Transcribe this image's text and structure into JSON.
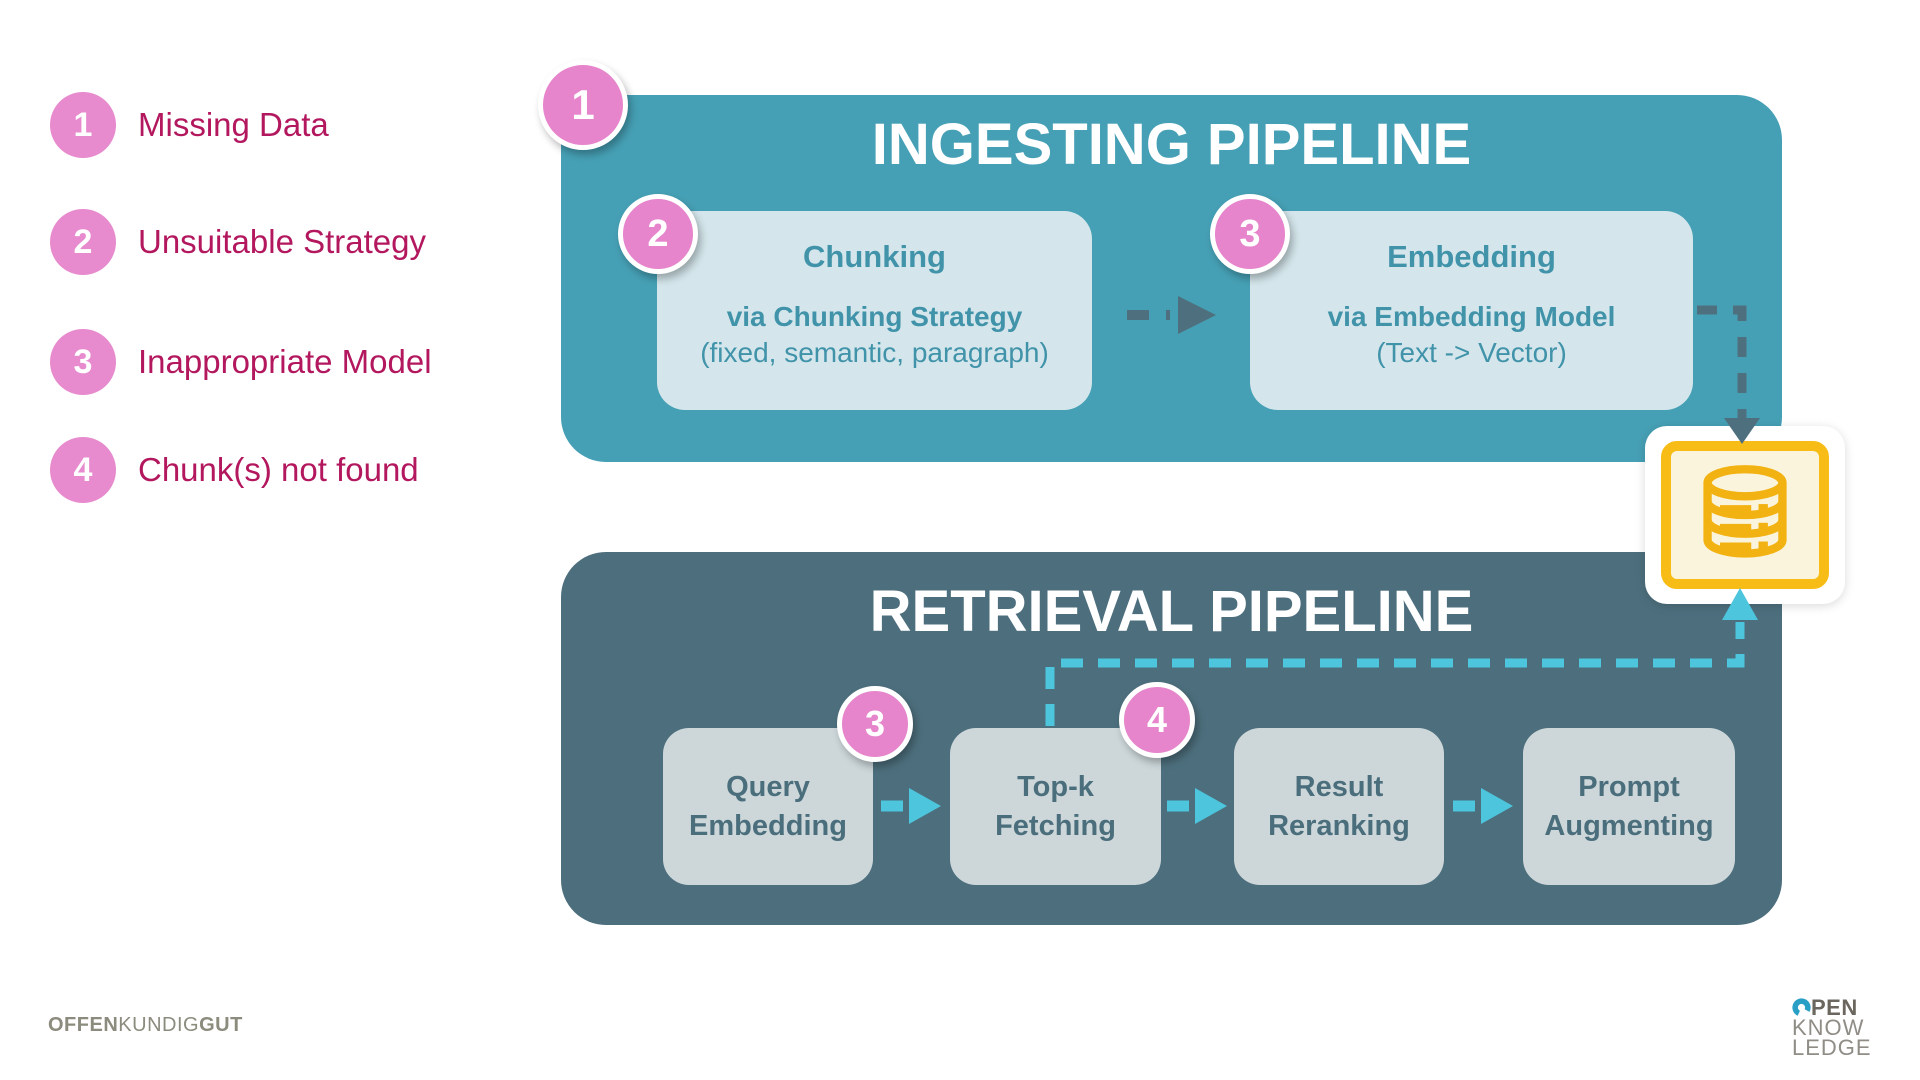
{
  "issues": {
    "items": [
      {
        "number": "1",
        "label": "Missing Data"
      },
      {
        "number": "2",
        "label": "Unsuitable Strategy"
      },
      {
        "number": "3",
        "label": "Inappropriate Model"
      },
      {
        "number": "4",
        "label": "Chunk(s) not found"
      }
    ]
  },
  "ingesting": {
    "badge": "1",
    "title": "INGESTING PIPELINE",
    "chunking": {
      "badge": "2",
      "title": "Chunking",
      "line1": "via Chunking Strategy",
      "line2": "(fixed, semantic, paragraph)"
    },
    "embedding": {
      "badge": "3",
      "title": "Embedding",
      "line1": "via Embedding Model",
      "line2": "(Text -> Vector)"
    }
  },
  "retrieval": {
    "title": "RETRIEVAL PIPELINE",
    "steps": [
      {
        "badge": "3",
        "line1": "Query",
        "line2": "Embedding"
      },
      {
        "badge": "4",
        "line1": "Top-k",
        "line2": "Fetching"
      },
      {
        "line1": "Result",
        "line2": "Reranking"
      },
      {
        "line1": "Prompt",
        "line2": "Augmenting"
      }
    ]
  },
  "database": {
    "icon": "database-icon"
  },
  "footer": {
    "left_logo": {
      "part1": "OFFEN",
      "part2": "KUNDIG",
      "part3": "GUT"
    },
    "right_logo": {
      "line1": "PEN",
      "line2": "KNOW",
      "line3": "LEDGE"
    }
  },
  "colors": {
    "ingest_teal": "#46a0b5",
    "retrieval_slate": "#4d6f7d",
    "ingest_inner": "#d4e6eb",
    "retrieval_inner": "#cdd7da",
    "badge_pink": "#e685cb",
    "issue_text": "#b3175e",
    "cyan_arrow": "#4cc5dd",
    "gray_arrow": "#4e6f7e",
    "db_yellow": "#f8bc16",
    "db_fill": "#fbf4dd"
  }
}
